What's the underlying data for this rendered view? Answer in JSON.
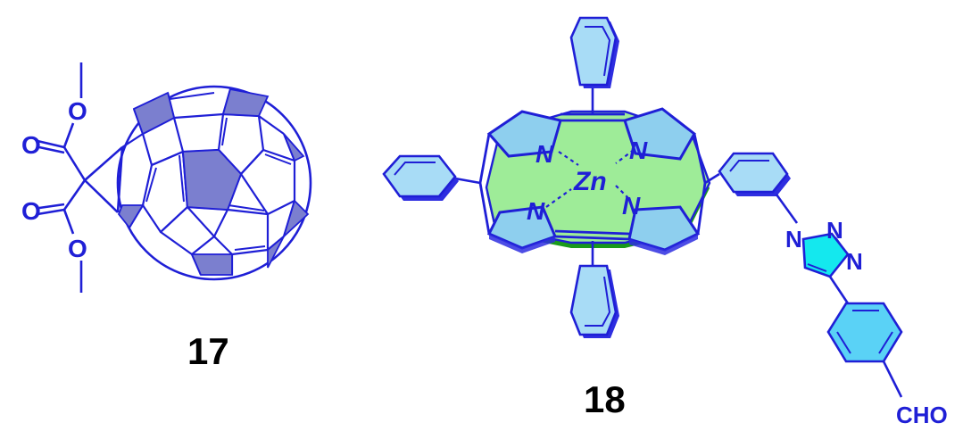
{
  "colors": {
    "bond": "#1f1fd6",
    "fullerene_face": "#7b7fcf",
    "porphyrin_fill": "#9eec98",
    "porphyrin_edge": "#1a9a1a",
    "pyrrole_fill": "#8ecfee",
    "phenyl_fill": "#a8dcf6",
    "triazole_fill": "#14e8ee",
    "benzaldehyde_fill": "#5ad2f6",
    "label": "#000000"
  },
  "compound_17": {
    "number": "17",
    "ester_top": {
      "carbonyl_O": "O",
      "ether_O": "O"
    },
    "ester_bottom": {
      "carbonyl_O": "O",
      "ether_O": "O"
    }
  },
  "compound_18": {
    "number": "18",
    "metal": "Zn",
    "porphyrin_N": [
      "N",
      "N",
      "N",
      "N"
    ],
    "triazole_N": [
      "N",
      "N",
      "N"
    ],
    "aldehyde": "CHO"
  }
}
